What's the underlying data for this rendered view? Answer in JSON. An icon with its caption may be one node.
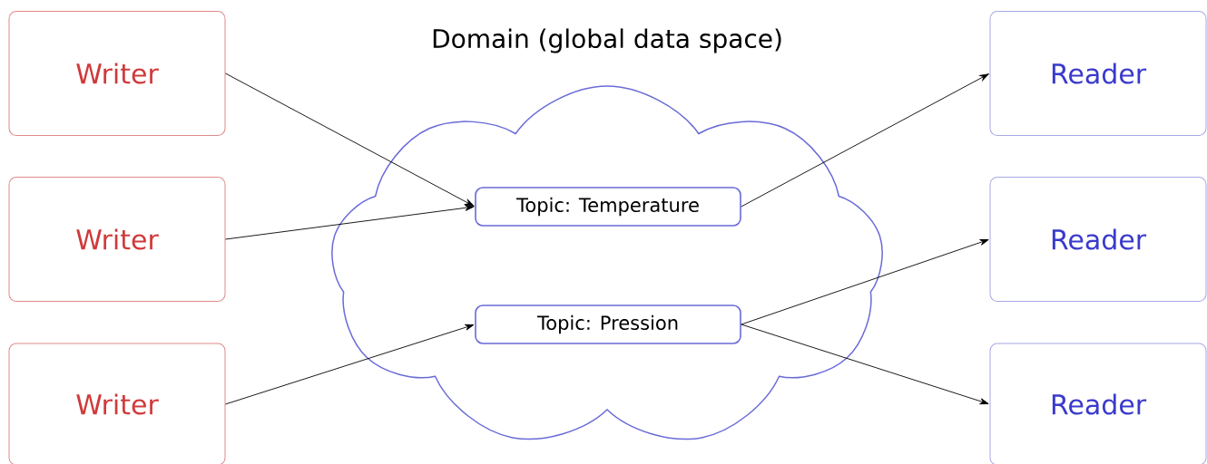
{
  "diagram": {
    "nodes": [
      {
        "text": [
          "Writer"
        ]
      },
      {
        "text": [
          "Writer"
        ]
      },
      {
        "text": [
          "Writer"
        ]
      },
      {
        "text": [
          "Domain (global data space)"
        ]
      },
      {
        "text": [
          "Topic: Temperature"
        ],
        "in": 3
      },
      {
        "text": [
          "Topic: Pression"
        ],
        "in": 3
      },
      {
        "text": [
          "Reader"
        ]
      },
      {
        "text": [
          "Reader"
        ]
      },
      {
        "text": [
          "Reader"
        ]
      }
    ],
    "edges": [
      {
        "from": 0,
        "to": 4,
        "arrow": "to"
      },
      {
        "from": 1,
        "to": 4,
        "arrow": "to"
      },
      {
        "from": 2,
        "to": 5,
        "arrow": "to"
      },
      {
        "from": 4,
        "to": 6,
        "arrow": "to"
      },
      {
        "from": 5,
        "to": 7,
        "arrow": "to"
      },
      {
        "from": 5,
        "to": 8,
        "arrow": "to"
      }
    ]
  }
}
